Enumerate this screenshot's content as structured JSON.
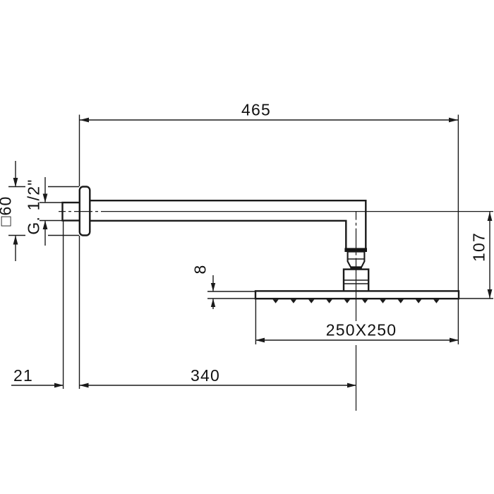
{
  "colors": {
    "line": "#1a1a1a",
    "background": "#ffffff"
  },
  "dimensions": {
    "overall_reach": "465",
    "drop_height": "107",
    "head_size": "250X250",
    "wall_to_head_center": "340",
    "thread_length": "21",
    "flange_size": "□60",
    "thread_spec": "G. 1/2\"",
    "head_thickness": "8"
  }
}
